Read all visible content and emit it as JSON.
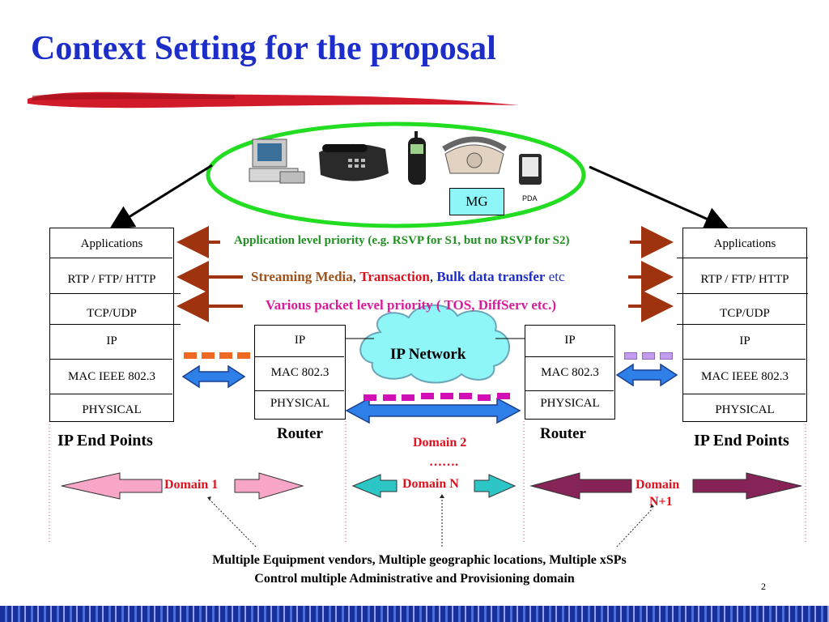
{
  "slide": {
    "title": "Context Setting for the proposal",
    "page_number": "2"
  },
  "devices": {
    "mg_label": "MG",
    "pda_label": "PDA"
  },
  "endpoint_stack": {
    "applications": "Applications",
    "rtp_left": "RTP / FTP/ HTTP",
    "rtp_right": "RTP / FTP/ HTTP",
    "tcp": "TCP/UDP",
    "ip": "IP",
    "mac": "MAC IEEE 802.3",
    "physical": "PHYSICAL"
  },
  "router_stack": {
    "ip": "IP",
    "mac": "MAC 802.3",
    "physical": "PHYSICAL"
  },
  "cloud": {
    "label": "IP Network"
  },
  "priority_rows": {
    "application_level": "Application level priority (e.g. RSVP for S1, but no RSVP for S2)",
    "streaming": "Streaming Media",
    "comma1": ", ",
    "transaction": "Transaction",
    "comma2": ", ",
    "bulk": "Bulk data transfer",
    "etc": " etc",
    "packet_level": "Various packet level priority ( TOS, DiffServ etc.)"
  },
  "labels": {
    "endpoints_left": "IP End Points",
    "endpoints_right": "IP End Points",
    "router_left": "Router",
    "router_right": "Router"
  },
  "domains": {
    "domain1": "Domain 1",
    "domain2": "Domain 2",
    "dots": "…….",
    "domainN": "Domain N",
    "domainN1_line1": "Domain",
    "domainN1_line2": "N+1"
  },
  "footer": {
    "line1": "Multiple Equipment vendors, Multiple geographic locations, Multiple xSPs",
    "line2": "Control multiple Administrative and Provisioning domain"
  },
  "colors": {
    "title": "#1d2ec8",
    "app_priority": "#1f8f1f",
    "streaming": "#a0521b",
    "transaction": "#e0101e",
    "bulk": "#1d2ec8",
    "packet_priority": "#d91a9a",
    "domain_text": "#e0101e",
    "ellipse": "#22dd22",
    "cloud": "#8ff6f8"
  }
}
